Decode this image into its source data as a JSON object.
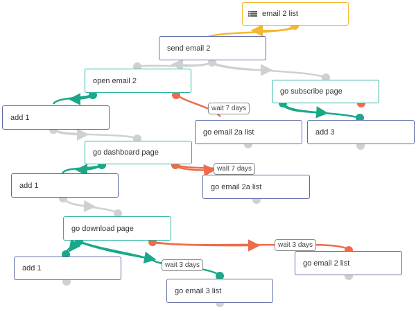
{
  "colors": {
    "teal": "#1aa889",
    "red": "#ef6b4a",
    "yellow": "#f5b731",
    "gray": "#d0d0d0",
    "node_border_blue": "#5d6aa6",
    "node_border_teal": "#26b3a0"
  },
  "nodes": {
    "email_2_list": {
      "label": "email 2 list",
      "icon": "list-icon"
    },
    "send_email_2": {
      "label": "send email 2"
    },
    "open_email_2": {
      "label": "open email 2"
    },
    "go_subscribe_page": {
      "label": "go subscribe page"
    },
    "add_1_a": {
      "label": "add 1"
    },
    "go_email_2a_list_a": {
      "label": "go email 2a list"
    },
    "add_3": {
      "label": "add 3"
    },
    "go_dashboard_page": {
      "label": "go dashboard page"
    },
    "add_1_b": {
      "label": "add 1"
    },
    "go_email_2a_list_b": {
      "label": "go email 2a list"
    },
    "go_download_page": {
      "label": "go download page"
    },
    "add_1_c": {
      "label": "add 1"
    },
    "go_email_2_list": {
      "label": "go email 2 list"
    },
    "go_email_3_list": {
      "label": "go email 3 list"
    }
  },
  "badges": {
    "wait_1": "wait 7 days",
    "wait_2": "wait 7 days",
    "wait_3": "wait 3 days",
    "wait_4": "wait 3 days"
  }
}
